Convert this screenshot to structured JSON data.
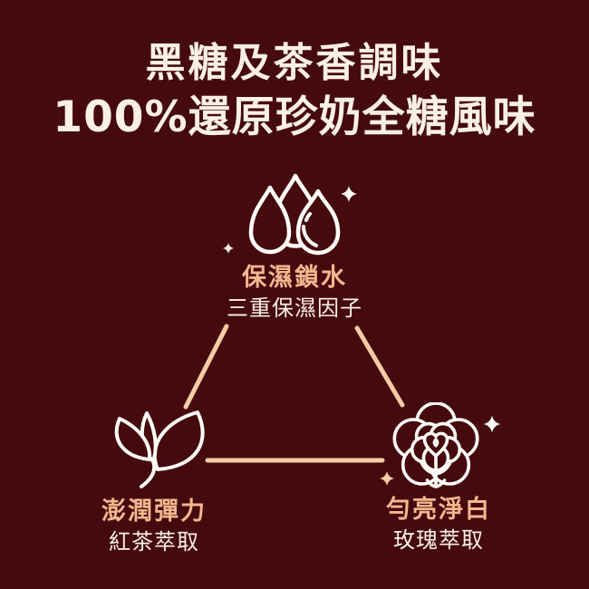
{
  "title": {
    "line1": "黑糖及茶香調味",
    "line2": "100%還原珍奶全糖風味"
  },
  "diagram": {
    "shape": "triangle",
    "nodes": [
      {
        "position": "top",
        "icon": "water-drops-icon",
        "heading": "保濕鎖水",
        "sub": "三重保濕因子"
      },
      {
        "position": "bottom-left",
        "icon": "tea-leaf-icon",
        "heading": "澎潤彈力",
        "sub": "紅茶萃取"
      },
      {
        "position": "bottom-right",
        "icon": "rose-icon",
        "heading": "勻亮淨白",
        "sub": "玫瑰萃取"
      }
    ],
    "decorations": [
      {
        "icon": "sparkle-icon",
        "near": "water-drops-top-right",
        "color": "white"
      },
      {
        "icon": "sparkle-icon",
        "near": "water-drops-bottom-left",
        "color": "cream"
      },
      {
        "icon": "sparkle-icon",
        "near": "rose-top-right",
        "color": "white"
      },
      {
        "icon": "sparkle-icon",
        "near": "rose-bottom-left",
        "color": "peach"
      }
    ]
  },
  "colors": {
    "background": "#450a0e",
    "cream": "#fbf0e5",
    "white": "#fffcf7",
    "peach": "#f4b78f",
    "line": "#f7cba4"
  }
}
